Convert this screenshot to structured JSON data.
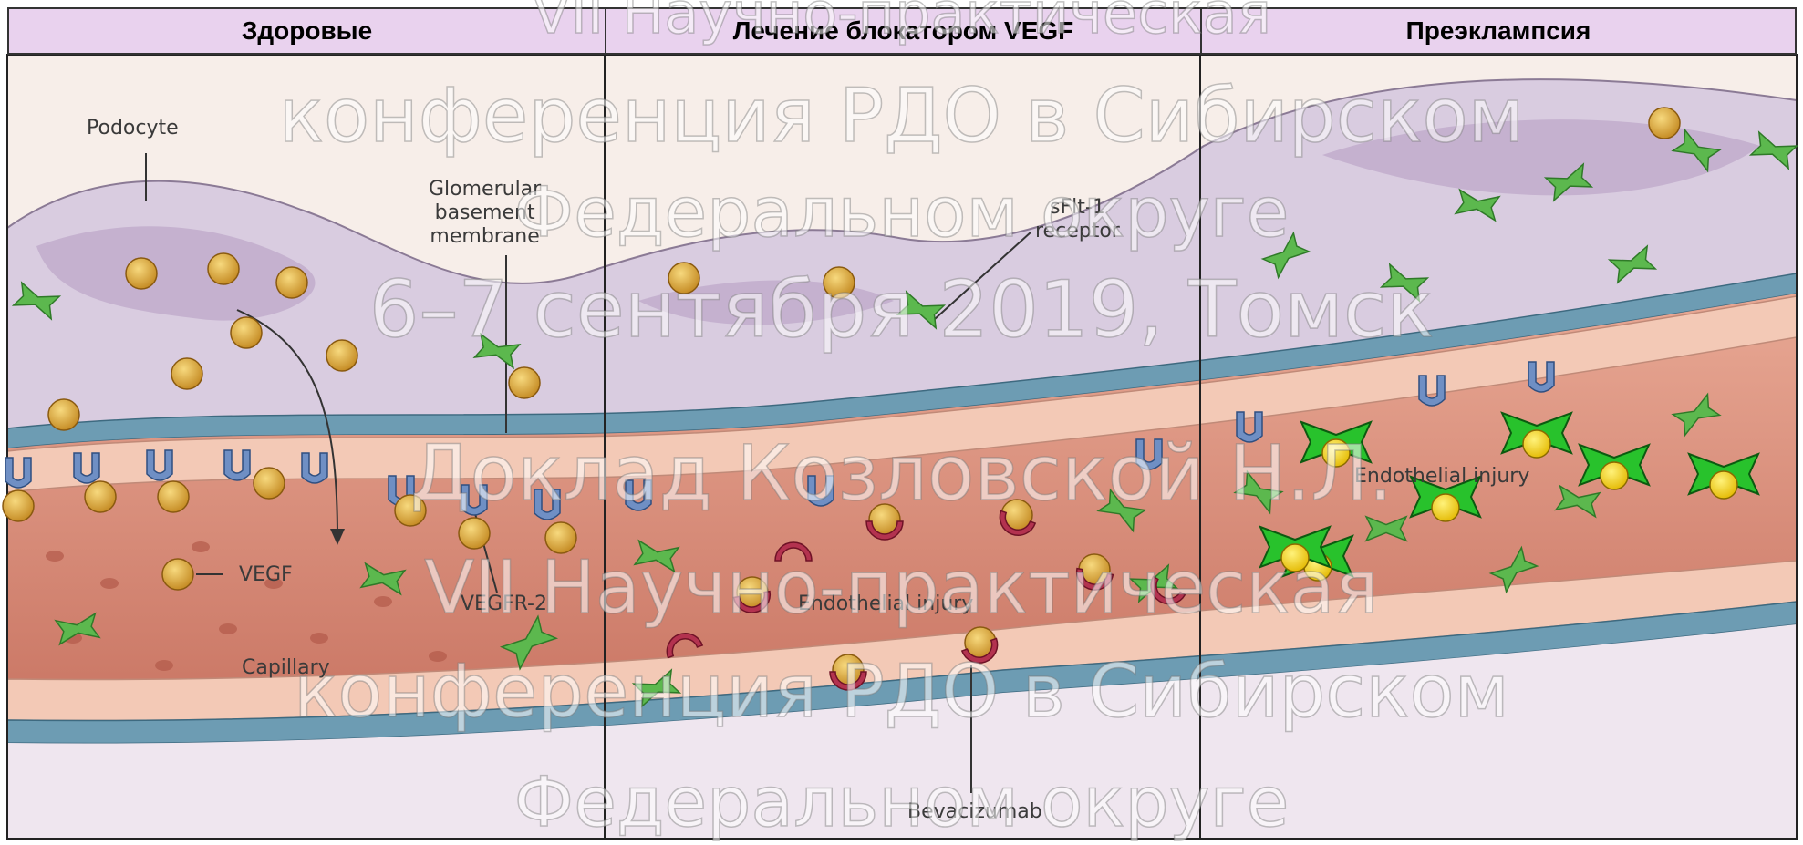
{
  "headers": [
    "Здоровые",
    "Лечение блокатором VEGF",
    "Преэклампсия"
  ],
  "labels": {
    "podocyte": "Podocyte",
    "gbm": [
      "Glomerular",
      "basement",
      "membrane"
    ],
    "sflt": [
      "sFlt-1",
      "receptor"
    ],
    "vegf": "VEGF",
    "vegfr2": "VEGFR-2",
    "capillary": "Capillary",
    "endothelial_injury_mid": "Endothelial injury",
    "endothelial_injury_right": "Endothelial injury",
    "bevacizumab": "Bevacizumab"
  },
  "watermark": [
    "VII Научно-практическая",
    "конференция РДО в Сибирском",
    "Федеральном округе",
    "6–7 сентября 2019, Томск",
    "Доклад Козловской Н.Л.",
    "VII Научно-практическая",
    "конференция РДО в Сибирском",
    "Федеральном округе"
  ],
  "colors": {
    "header_bg": "#e9d2ee",
    "podocyte": "#d9cce0",
    "membrane": "#6d9cb3",
    "endothelium": "#f3c9b6",
    "capillary": "#d98c78",
    "vegf": "#e0a93a",
    "sflt": "#57b84a",
    "bevacizumab": "#b3324f"
  }
}
